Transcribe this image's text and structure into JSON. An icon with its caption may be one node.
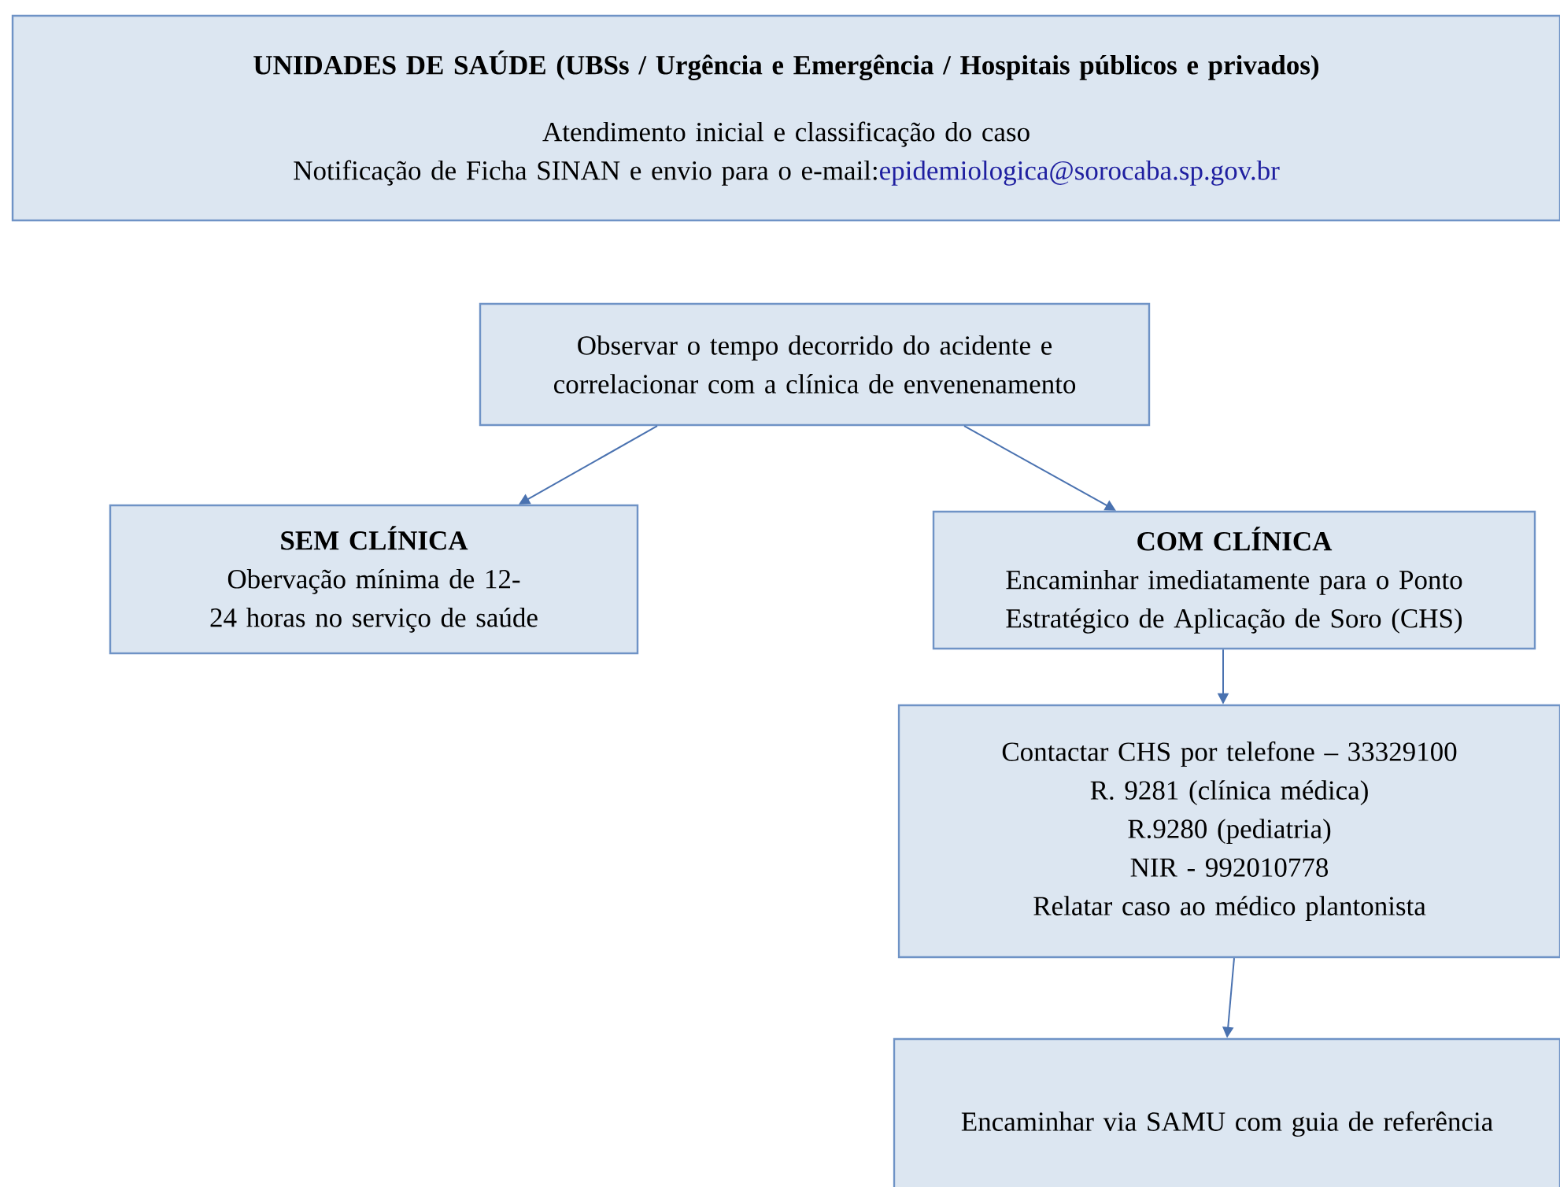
{
  "diagram": {
    "nodes": [
      {
        "text": [
          "UNIDADES DE SAÚDE (UBSs / Urgência e Emergência / Hospitais públicos e privados)",
          "Atendimento inicial e classificação do caso",
          "Notificação de Ficha SINAN e envio para o e-mail:",
          "epidemiologica@sorocaba.sp.gov.br"
        ]
      },
      {
        "text": [
          "Observar o tempo decorrido do acidente e correlacionar com a clínica de envenenamento"
        ]
      },
      {
        "text": [
          "SEM CLÍNICA",
          "Obervação mínima de 12- 24 horas no serviço de saúde"
        ]
      },
      {
        "text": [
          "COM CLÍNICA",
          "Encaminhar imediatamente para o Ponto Estratégico de Aplicação de Soro (CHS)"
        ]
      },
      {
        "text": [
          "Contactar CHS por telefone – 33329100",
          "R. 9281 (clínica médica)",
          "R.9280 (pediatria)",
          "NIR - 992010778",
          "Relatar caso ao médico plantonista"
        ]
      },
      {
        "text": [
          "Encaminhar via SAMU com guia de referência"
        ]
      }
    ],
    "edges": [
      {
        "from": 1,
        "to": 2,
        "arrow": "to"
      },
      {
        "from": 1,
        "to": 3,
        "arrow": "to"
      },
      {
        "from": 3,
        "to": 4,
        "arrow": "to"
      },
      {
        "from": 4,
        "to": 5,
        "arrow": "to"
      }
    ]
  }
}
